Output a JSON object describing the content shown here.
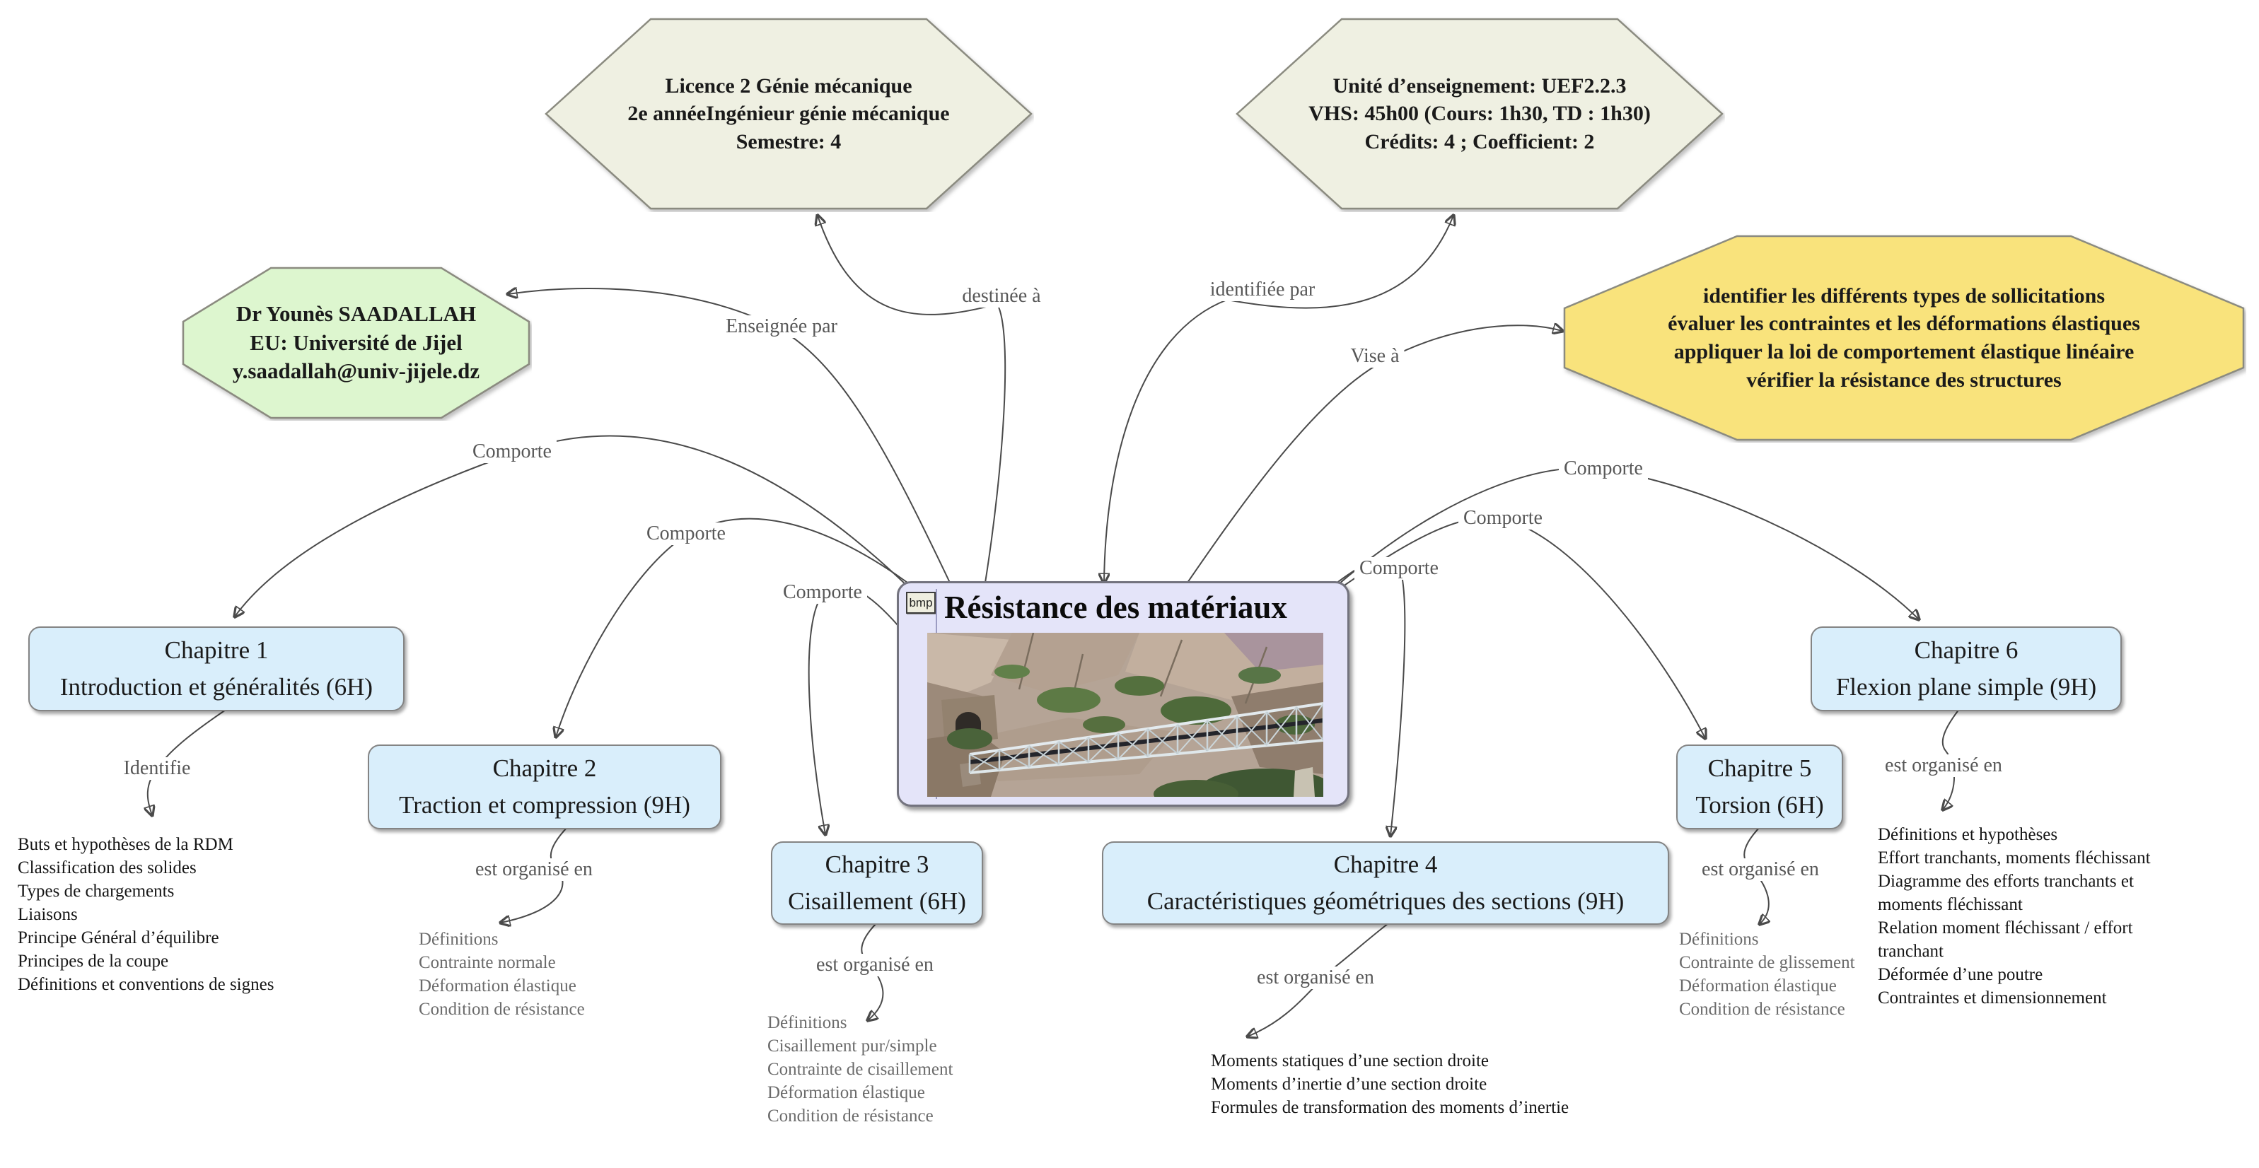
{
  "central_node": {
    "badge_label": "bmp",
    "title": "Résistance des matériaux",
    "photo": "truss-bridge-over-rocky-gorge"
  },
  "program_node": {
    "lines": [
      "Licence 2 Génie mécanique",
      "2e annéeIngénieur génie mécanique",
      "Semestre: 4"
    ]
  },
  "unit_node": {
    "lines": [
      "Unité d’enseignement: UEF2.2.3",
      "VHS: 45h00 (Cours: 1h30, TD : 1h30)",
      "Crédits: 4 ; Coefficient: 2"
    ]
  },
  "teacher_node": {
    "lines": [
      "Dr Younès SAADALLAH",
      "EU: Université de Jijel",
      "y.saadallah@univ-jijele.dz"
    ]
  },
  "objectives_node": {
    "lines": [
      "identifier les différents types de sollicitations",
      "évaluer les contraintes et les déformations élastiques",
      "appliquer la loi de comportement élastique linéaire",
      "vérifier la résistance des structures"
    ]
  },
  "edge_labels": {
    "enseignee_par": "Enseignée par",
    "destinee_a": "destinée à",
    "identifiee_par": "identifiée par",
    "vise_a": "Vise à",
    "comporte": "Comporte",
    "identifie": "Identifie",
    "est_organise_en": "est organisé en"
  },
  "chapters": [
    {
      "title": "Chapitre 1",
      "subtitle": "Introduction et généralités (6H)",
      "topics": [
        "Buts et hypothèses de la RDM",
        "Classification des solides",
        "Types de chargements",
        "Liaisons",
        "Principe Général d’équilibre",
        "Principes de la coupe",
        "Définitions et conventions de signes"
      ]
    },
    {
      "title": "Chapitre 2",
      "subtitle": "Traction et compression (9H)",
      "topics": [
        "Définitions",
        "Contrainte normale",
        "Déformation élastique",
        "Condition de résistance"
      ]
    },
    {
      "title": "Chapitre 3",
      "subtitle": "Cisaillement (6H)",
      "topics": [
        "Définitions",
        "Cisaillement pur/simple",
        "Contrainte de cisaillement",
        "Déformation élastique",
        "Condition de résistance"
      ]
    },
    {
      "title": "Chapitre 4",
      "subtitle": "Caractéristiques géométriques des sections (9H)",
      "topics": [
        "Moments statiques d’une section droite",
        "Moments d’inertie d’une section droite",
        "Formules de transformation des moments d’inertie"
      ]
    },
    {
      "title": "Chapitre 5",
      "subtitle": "Torsion (6H)",
      "topics": [
        "Définitions",
        "Contrainte de glissement",
        "Déformation élastique",
        "Condition de résistance"
      ]
    },
    {
      "title": "Chapitre 6",
      "subtitle": "Flexion plane simple (9H)",
      "topics": [
        "Définitions et hypothèses",
        "Effort tranchants, moments fléchissant",
        "Diagramme des efforts tranchants et moments fléchissant",
        "Relation moment fléchissant / effort tranchant",
        "Déformée d’une poutre",
        "Contraintes et dimensionnement"
      ]
    }
  ],
  "colors": {
    "hexagon_fill": "#eff0e2",
    "teacher_fill": "#ddf6cf",
    "objectives_fill": "#f9e37c",
    "chapter_fill": "#d9eefb",
    "central_fill": "#e4e4f9",
    "edge_stroke": "#4a4a4a",
    "muted_text": "#6b6b6b"
  }
}
